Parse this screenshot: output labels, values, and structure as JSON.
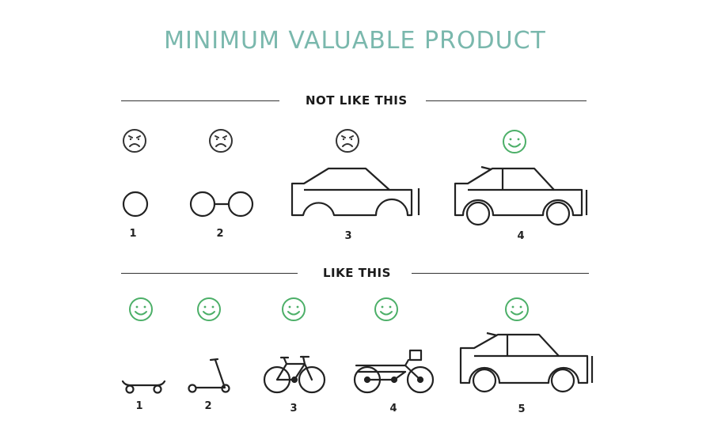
{
  "title": "MINIMUM VALUABLE PRODUCT",
  "sections": {
    "not_like_this": {
      "label": "NOT LIKE THIS",
      "steps": [
        {
          "number": "1",
          "mood": "sad",
          "object": "wheel"
        },
        {
          "number": "2",
          "mood": "sad",
          "object": "wheel-axle"
        },
        {
          "number": "3",
          "mood": "sad",
          "object": "car-body"
        },
        {
          "number": "4",
          "mood": "happy",
          "object": "car"
        }
      ]
    },
    "like_this": {
      "label": "LIKE THIS",
      "steps": [
        {
          "number": "1",
          "mood": "happy",
          "object": "skateboard"
        },
        {
          "number": "2",
          "mood": "happy",
          "object": "scooter"
        },
        {
          "number": "3",
          "mood": "happy",
          "object": "bicycle"
        },
        {
          "number": "4",
          "mood": "happy",
          "object": "motorcycle"
        },
        {
          "number": "5",
          "mood": "happy",
          "object": "car"
        }
      ]
    }
  },
  "colors": {
    "title": "#7ab8ad",
    "happy": "#4caf68",
    "sad": "#333333",
    "line": "#222222"
  }
}
